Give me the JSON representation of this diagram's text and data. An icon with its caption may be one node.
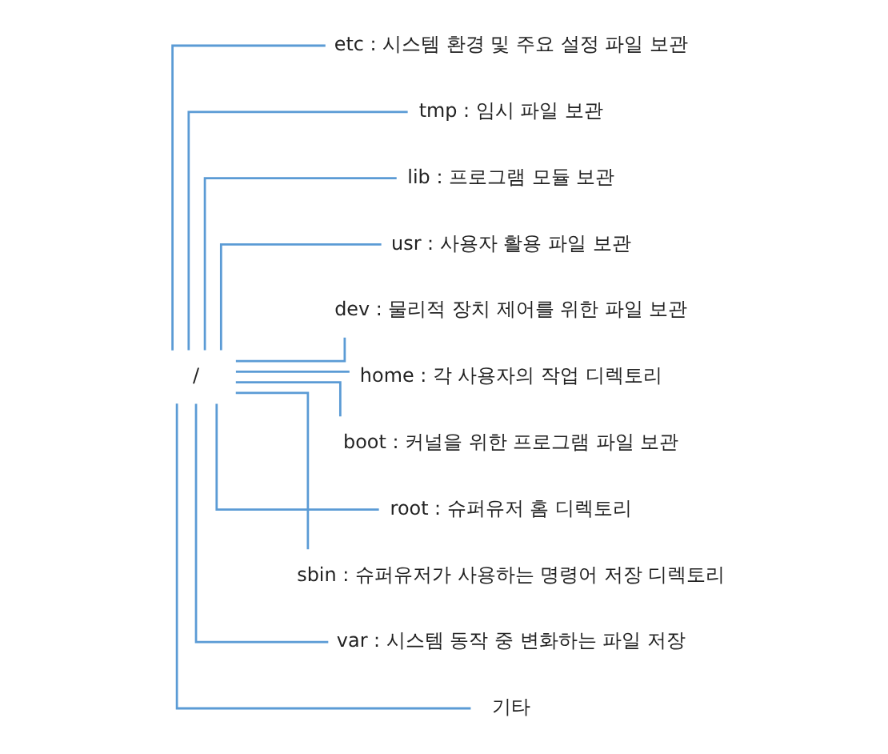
{
  "diagram": {
    "nodes": [
      {
        "text": [
          "/"
        ]
      },
      {
        "text": [
          "etc : 시스템 환경 및 주요 설정 파일 보관"
        ]
      },
      {
        "text": [
          "tmp : 임시 파일 보관"
        ]
      },
      {
        "text": [
          "lib : 프로그램 모듈 보관"
        ]
      },
      {
        "text": [
          "usr : 사용자 활용 파일 보관"
        ]
      },
      {
        "text": [
          "dev : 물리적 장치 제어를 위한 파일 보관"
        ]
      },
      {
        "text": [
          "home : 각 사용자의 작업 디렉토리"
        ]
      },
      {
        "text": [
          "boot : 커널을 위한 프로그램 파일 보관"
        ]
      },
      {
        "text": [
          "root : 슈퍼유저 홈 디렉토리"
        ]
      },
      {
        "text": [
          "sbin : 슈퍼유저가 사용하는 명령어 저장 디렉토리"
        ]
      },
      {
        "text": [
          "var : 시스템 동작 중 변화하는 파일 저장"
        ]
      },
      {
        "text": [
          "기타"
        ]
      }
    ],
    "edges": [
      {
        "from": 0,
        "to": 1,
        "arrow": "none",
        "color": "#5b9bd5"
      },
      {
        "from": 0,
        "to": 2,
        "arrow": "none",
        "color": "#5b9bd5"
      },
      {
        "from": 0,
        "to": 3,
        "arrow": "none",
        "color": "#5b9bd5"
      },
      {
        "from": 0,
        "to": 4,
        "arrow": "none",
        "color": "#5b9bd5"
      },
      {
        "from": 0,
        "to": 5,
        "arrow": "none",
        "color": "#5b9bd5"
      },
      {
        "from": 0,
        "to": 6,
        "arrow": "none",
        "color": "#5b9bd5"
      },
      {
        "from": 0,
        "to": 7,
        "arrow": "none",
        "color": "#5b9bd5"
      },
      {
        "from": 0,
        "to": 8,
        "arrow": "none",
        "color": "#5b9bd5"
      },
      {
        "from": 0,
        "to": 9,
        "arrow": "none",
        "color": "#5b9bd5"
      },
      {
        "from": 0,
        "to": 10,
        "arrow": "none",
        "color": "#5b9bd5"
      },
      {
        "from": 0,
        "to": 11,
        "arrow": "none",
        "color": "#5b9bd5"
      }
    ]
  }
}
